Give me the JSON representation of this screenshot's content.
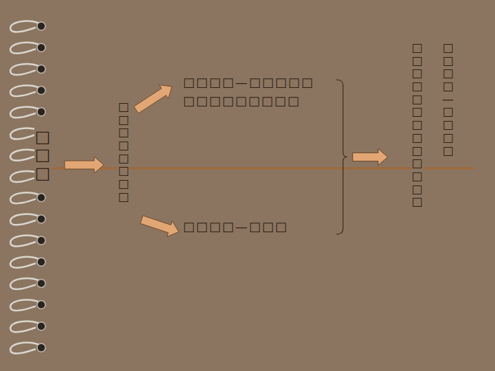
{
  "diagram": {
    "nodes": [
      {
        "text": [
          "□□□"
        ]
      },
      {
        "text": [
          "□□□□□□□□"
        ]
      },
      {
        "text": [
          "□□□□—□□□□□ □□□□□□□□□"
        ]
      },
      {
        "text": [
          "□□□□—□□□"
        ]
      },
      {
        "text": [
          "□□□□—□□□□",
          "□□□□□□□□□□□□□"
        ]
      }
    ],
    "edges": [
      {
        "from": 0,
        "to": 1,
        "arrow": "to"
      },
      {
        "from": 1,
        "to": 2,
        "arrow": "to"
      },
      {
        "from": 1,
        "to": 3,
        "arrow": "to"
      },
      {
        "from": 2,
        "to": 4,
        "arrow": "to"
      },
      {
        "from": 3,
        "to": 4,
        "arrow": "to"
      }
    ]
  }
}
